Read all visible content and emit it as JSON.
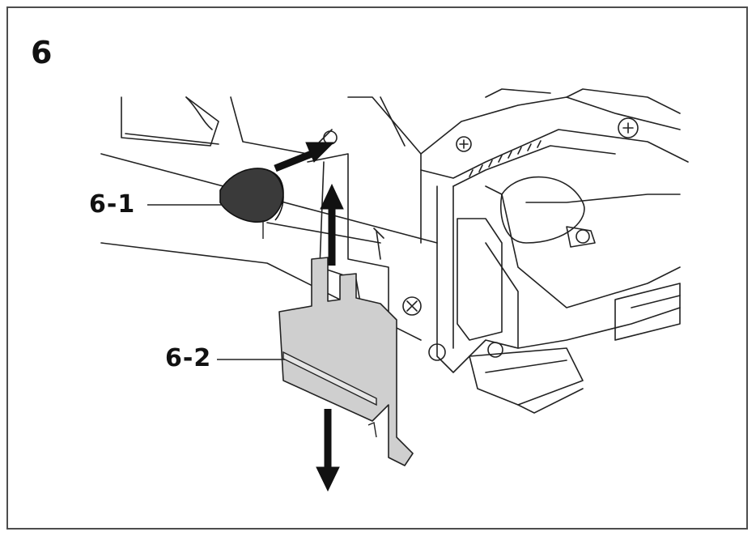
{
  "step": {
    "number": "6"
  },
  "callouts": [
    {
      "id": "6-1",
      "label": "6-1"
    },
    {
      "id": "6-2",
      "label": "6-2"
    }
  ],
  "colors": {
    "frame": "#4d4d4d",
    "line": "#222222",
    "part_fill": "#cfcfcf",
    "knob_fill": "#3a3a3a",
    "arrow": "#111111"
  }
}
